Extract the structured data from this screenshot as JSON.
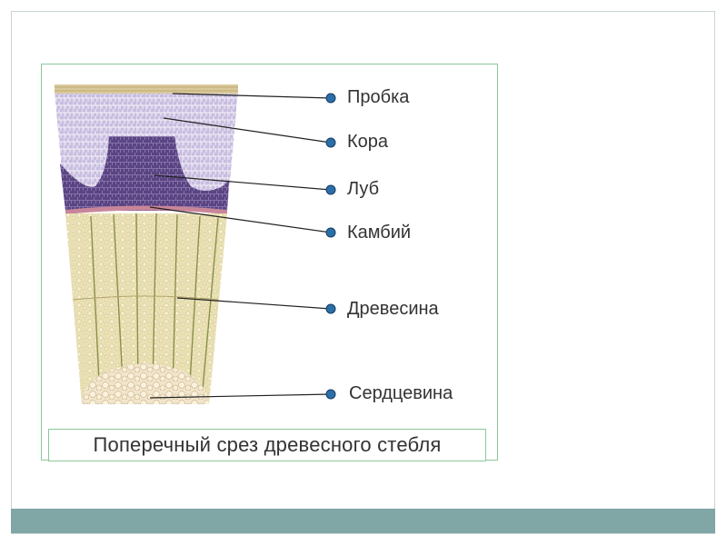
{
  "labels": {
    "cork": "Пробка",
    "bark": "Кора",
    "phloem": "Луб",
    "cambium": "Камбий",
    "wood": "Древесина",
    "pith": "Сердцевина"
  },
  "caption": "Поперечный срез древесного стебля",
  "colors": {
    "bottom_bar": "#80a6a6",
    "frame": "#8cc79a",
    "cork": "#d8c99a",
    "bark": "#b5a3d0",
    "phloem": "#5e4a86",
    "cambium": "#c9869a",
    "wood": "#e8dfb0",
    "pith": "#efe2c6",
    "marker": "#2b6fa8"
  }
}
